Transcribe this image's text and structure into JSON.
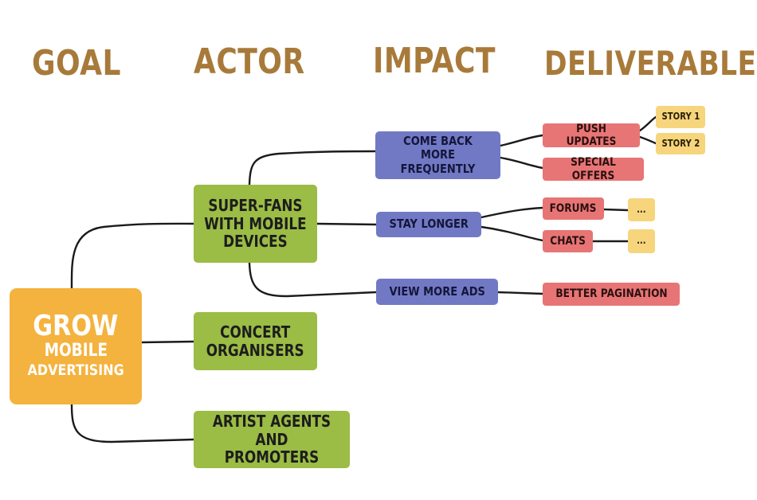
{
  "headers": {
    "goal": "GOAL",
    "actor": "ACTOR",
    "impact": "IMPACT",
    "deliverable": "DELIVERABLE"
  },
  "colors": {
    "header": "#a87a3a",
    "goal": "#f4b23e",
    "actor": "#9bbc45",
    "impact": "#7279c4",
    "deliverable": "#e87575",
    "story": "#f7d57d",
    "connector": "#1b1b1b"
  },
  "goal": {
    "line1": "GROW",
    "line2": "MOBILE",
    "line3": "ADVERTISING"
  },
  "actors": [
    {
      "label": "SUPER-FANS\nWITH MOBILE\nDEVICES"
    },
    {
      "label": "CONCERT\nORGANISERS"
    },
    {
      "label": "ARTIST AGENTS\nAND PROMOTERS"
    }
  ],
  "impacts": [
    {
      "label": "COME BACK MORE\nFREQUENTLY"
    },
    {
      "label": "STAY LONGER"
    },
    {
      "label": "VIEW MORE ADS"
    }
  ],
  "deliverables": [
    {
      "label": "PUSH UPDATES"
    },
    {
      "label": "SPECIAL OFFERS"
    },
    {
      "label": "FORUMS"
    },
    {
      "label": "CHATS"
    },
    {
      "label": "BETTER PAGINATION"
    }
  ],
  "stories": [
    {
      "label": "STORY 1"
    },
    {
      "label": "STORY 2"
    },
    {
      "label": "..."
    },
    {
      "label": "..."
    }
  ]
}
